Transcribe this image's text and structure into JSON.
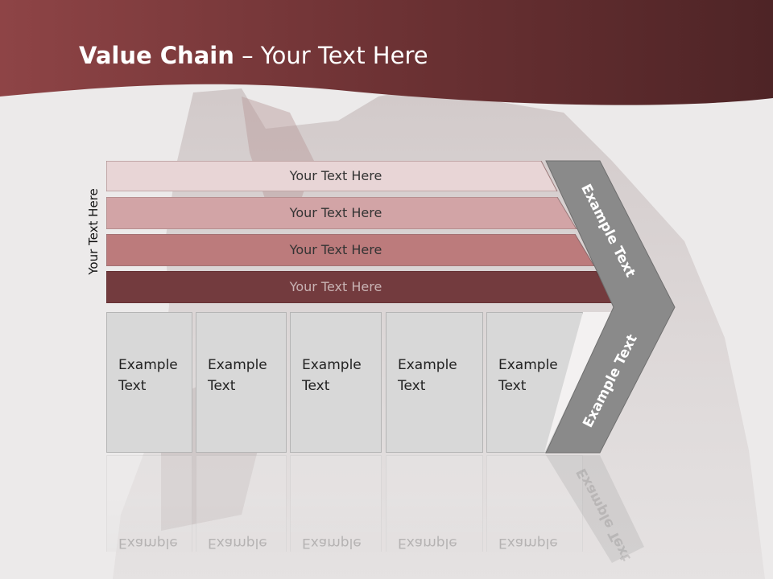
{
  "title": {
    "bold": "Value Chain",
    "rest": " – Your Text Here"
  },
  "side_label": "Your Text Here",
  "bars": [
    {
      "label": "Your Text Here",
      "fill": "#e8d5d6",
      "text_color": "#333333"
    },
    {
      "label": "Your Text Here",
      "fill": "#d2a4a6",
      "text_color": "#333333"
    },
    {
      "label": "Your Text Here",
      "fill": "#bc7b7c",
      "text_color": "#333333"
    },
    {
      "label": "Your Text Here",
      "fill": "#733b3e",
      "text_color": "#c9b3b4"
    }
  ],
  "boxes": [
    {
      "line1": "Example",
      "line2": "Text"
    },
    {
      "line1": "Example",
      "line2": "Text"
    },
    {
      "line1": "Example",
      "line2": "Text"
    },
    {
      "line1": "Example",
      "line2": "Text"
    },
    {
      "line1": "Example",
      "line2": "Text"
    }
  ],
  "chevron": {
    "upper_text": "Example Text",
    "lower_text": "Example Text",
    "fill": "#8a8a8a"
  },
  "colors": {
    "header": "#7a3a3c",
    "background": "#eceaea"
  }
}
